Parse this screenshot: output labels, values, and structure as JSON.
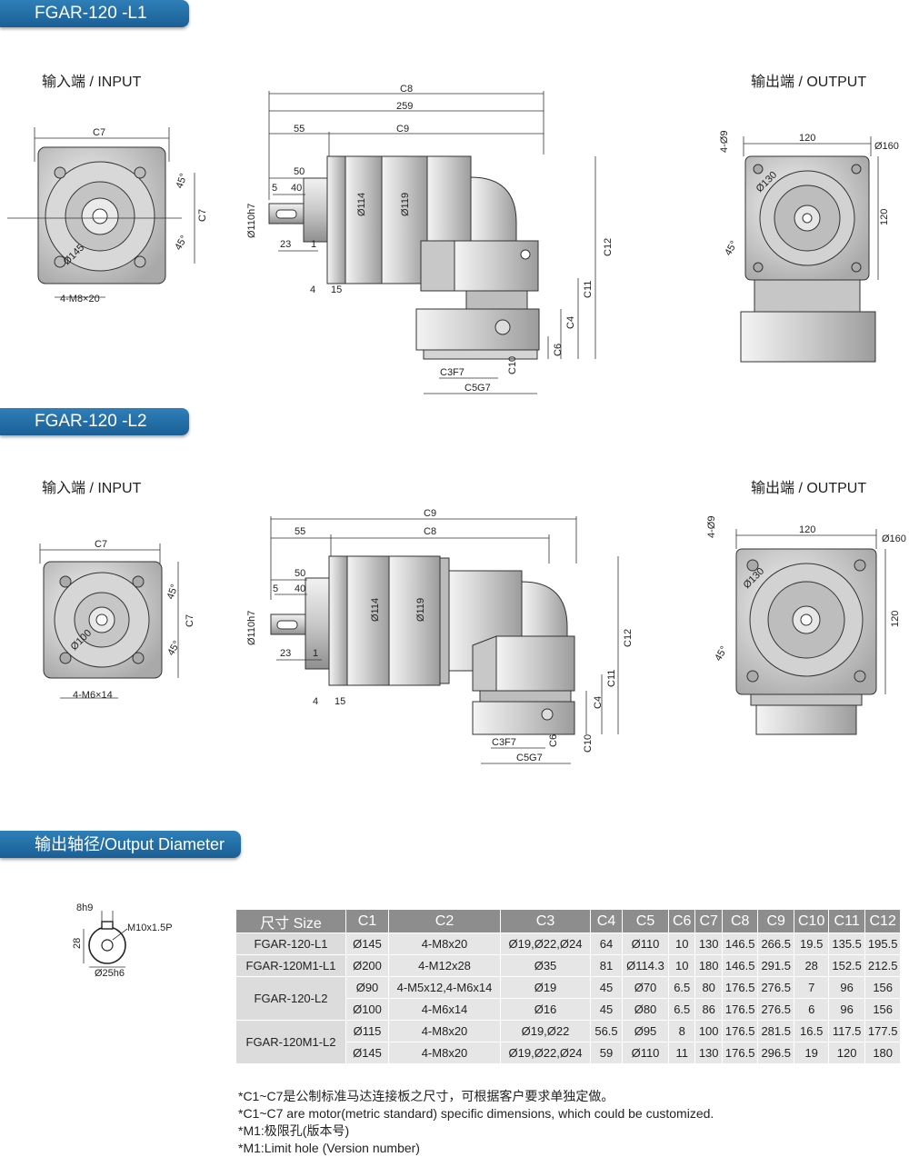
{
  "sections": {
    "l1_title": "FGAR-120 -L1",
    "l2_title": "FGAR-120 -L2",
    "output_title": "输出轴径/Output Diameter"
  },
  "views": {
    "input_label": "输入端 / INPUT",
    "output_label": "输出端 / OUTPUT"
  },
  "l1": {
    "input": {
      "c7_top": "C7",
      "c7_side": "C7",
      "angle1": "45°",
      "angle2": "45°",
      "dia": "Ø145",
      "holes": "4-M8×20"
    },
    "side": {
      "c8": "C8",
      "len": "259",
      "d55": "55",
      "c9": "C9",
      "d50": "50",
      "d5": "5",
      "d40": "40",
      "d23": "23",
      "d1": "1",
      "d4": "4",
      "d15": "15",
      "shaft": "Ø110h7",
      "d114": "Ø114",
      "d119": "Ø119",
      "c12": "C12",
      "c11": "C11",
      "c4": "C4",
      "c6": "C6",
      "c10": "C10",
      "c3f7": "C3F7",
      "c5g7": "C5G7"
    },
    "output": {
      "holes": "4-Ø9",
      "w120": "120",
      "d160": "Ø160",
      "d130": "Ø130",
      "h120": "120",
      "angle": "45°"
    }
  },
  "l2": {
    "input": {
      "c7_top": "C7",
      "c7_side": "C7",
      "angle1": "45°",
      "angle2": "45°",
      "dia": "Ø100",
      "holes": "4-M6×14"
    },
    "side": {
      "c9": "C9",
      "d55": "55",
      "c8": "C8",
      "d50": "50",
      "d5": "5",
      "d40": "40",
      "d23": "23",
      "d1": "1",
      "d4": "4",
      "d15": "15",
      "shaft": "Ø110h7",
      "d114": "Ø114",
      "d119": "Ø119",
      "c12": "C12",
      "c11": "C11",
      "c4": "C4",
      "c6": "C6",
      "c10": "C10",
      "c3f7": "C3F7",
      "c5g7": "C5G7"
    },
    "output": {
      "holes": "4-Ø9",
      "w120": "120",
      "d160": "Ø160",
      "d130": "Ø130",
      "h120": "120",
      "angle": "45°"
    }
  },
  "shaft": {
    "key": "8h9",
    "thread": "M10x1.5P",
    "height": "28",
    "dia": "Ø25h6"
  },
  "table": {
    "headers": [
      "尺寸 Size",
      "C1",
      "C2",
      "C3",
      "C4",
      "C5",
      "C6",
      "C7",
      "C8",
      "C9",
      "C10",
      "C11",
      "C12"
    ],
    "rows": [
      [
        "FGAR-120-L1",
        "Ø145",
        "4-M8x20",
        "Ø19,Ø22,Ø24",
        "64",
        "Ø110",
        "10",
        "130",
        "146.5",
        "266.5",
        "19.5",
        "135.5",
        "195.5"
      ],
      [
        "FGAR-120M1-L1",
        "Ø200",
        "4-M12x28",
        "Ø35",
        "81",
        "Ø114.3",
        "10",
        "180",
        "146.5",
        "291.5",
        "28",
        "152.5",
        "212.5"
      ],
      [
        "FGAR-120-L2",
        "Ø90",
        "4-M5x12,4-M6x14",
        "Ø19",
        "45",
        "Ø70",
        "6.5",
        "80",
        "176.5",
        "276.5",
        "7",
        "96",
        "156"
      ],
      [
        "",
        "Ø100",
        "4-M6x14",
        "Ø16",
        "45",
        "Ø80",
        "6.5",
        "86",
        "176.5",
        "276.5",
        "6",
        "96",
        "156"
      ],
      [
        "FGAR-120M1-L2",
        "Ø115",
        "4-M8x20",
        "Ø19,Ø22",
        "56.5",
        "Ø95",
        "8",
        "100",
        "176.5",
        "281.5",
        "16.5",
        "117.5",
        "177.5"
      ],
      [
        "",
        "Ø145",
        "4-M8x20",
        "Ø19,Ø22,Ø24",
        "59",
        "Ø110",
        "11",
        "130",
        "176.5",
        "296.5",
        "19",
        "120",
        "180"
      ]
    ]
  },
  "notes": [
    "*C1~C7是公制标准马达连接板之尺寸，可根据客户要求单独定做。",
    "*C1~C7 are motor(metric standard) specific dimensions, which could be customized.",
    "*M1:极限孔(版本号)",
    "*M1:Limit hole (Version number)"
  ]
}
